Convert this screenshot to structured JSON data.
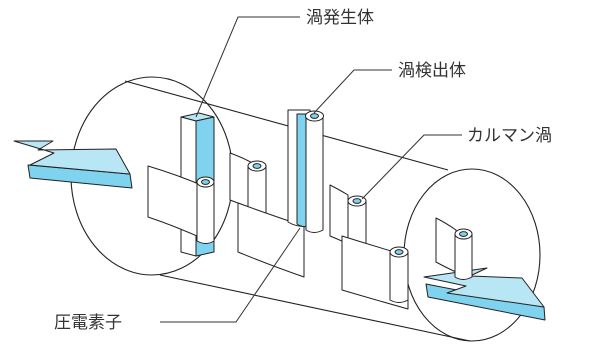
{
  "labels": {
    "vortex_generator": "渦発生体",
    "vortex_detector": "渦検出体",
    "karman_vortex": "カルマン渦",
    "piezo_element": "圧電素子"
  },
  "colors": {
    "accent_fill": "#7fd3ef",
    "accent_light": "#b9e6f5",
    "line": "#222222",
    "text": "#333333"
  }
}
